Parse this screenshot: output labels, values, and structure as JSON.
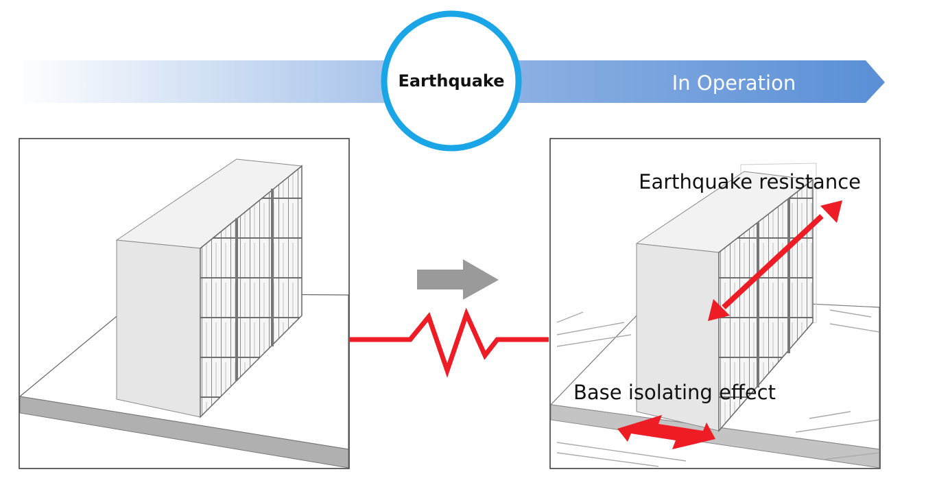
{
  "timeline": {
    "event_label": "Earthquake",
    "after_label": "In Operation"
  },
  "annotations": {
    "resistance_label": "Earthquake resistance",
    "isolation_label": "Base isolating effect"
  },
  "colors": {
    "band_start": "#ffffff",
    "band_end": "#5a8fd6",
    "circle_ring": "#1aa6e6",
    "arrow_red": "#ee1c25",
    "arrow_gray": "#9a9a9a",
    "cabinet_side": "#e6e6e6",
    "floor_edge": "#b0b0b0"
  },
  "icons": {
    "transition_arrow": "right-arrow-icon",
    "quake_line": "seismic-wave-icon",
    "shake_arrow": "double-arrow-icon"
  }
}
